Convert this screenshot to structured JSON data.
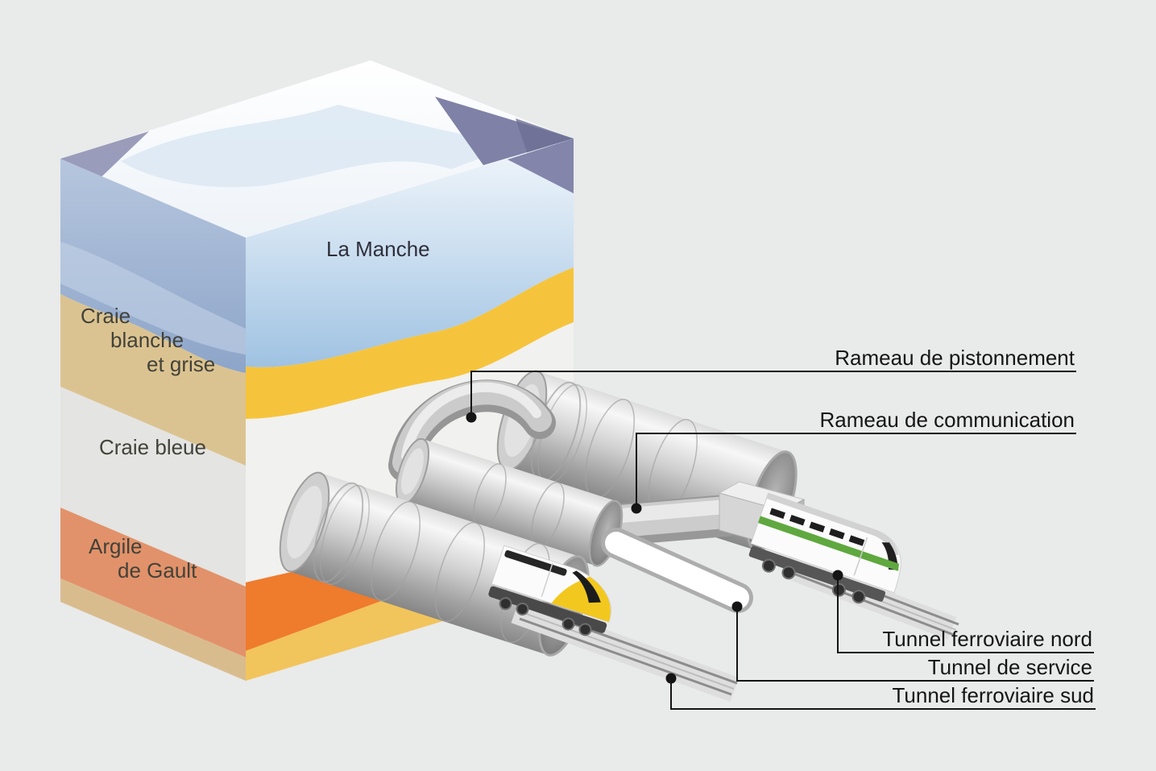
{
  "title": "Channel Tunnel cross-section diagram (French)",
  "colors": {
    "background": "#e9eaea",
    "sea_front_top": "#eef4fa",
    "sea_front_bottom": "#9fc2e2",
    "sea_left": "#9fb4d4",
    "yellow_band": "#f6c43c",
    "chalk_white_grey_left": "#dbc391",
    "chalk_blue_left": "#e4e4e2",
    "gault_clay_left": "#e2926a",
    "gault_clay_front": "#ef7b2d",
    "bottom_sand_left": "#d9bc8e",
    "bottom_sand_front": "#f2c45c",
    "purple_accent": "#8385aa",
    "tunnel_metal_light": "#f6f6f6",
    "tunnel_metal_dark": "#878787",
    "eurostar_yellow": "#f3c81e",
    "shuttle_green": "#5fa83f",
    "line": "#141414"
  },
  "block": {
    "sea_label": "La Manche",
    "strata": [
      {
        "id": "craie-blanche-et-grise",
        "lines": [
          "Craie",
          "blanche",
          "et grise"
        ]
      },
      {
        "id": "craie-bleue",
        "lines": [
          "Craie bleue"
        ]
      },
      {
        "id": "argile-de-gault",
        "lines": [
          "Argile",
          "de Gault"
        ]
      }
    ]
  },
  "callouts": {
    "pistonnement": "Rameau de pistonnement",
    "communication": "Rameau de communication",
    "tunnel_nord": "Tunnel ferroviaire nord",
    "tunnel_service": "Tunnel de service",
    "tunnel_sud": "Tunnel ferroviaire sud"
  }
}
